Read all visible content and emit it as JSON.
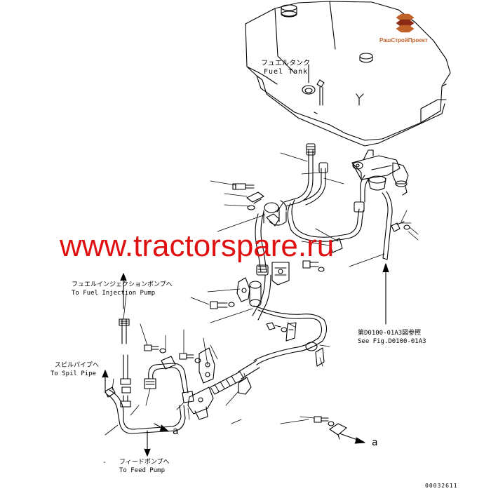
{
  "labels": {
    "fuel_tank_jp": "フュエルタンク",
    "fuel_tank_en": "Fuel Tank",
    "injection_pump_jp": "フュエルインジェクションポンプへ",
    "injection_pump_en": "To Fuel Injection Pump",
    "spill_pipe_jp": "スピルパイプへ",
    "spill_pipe_en": "To Spil Pipe",
    "feed_pump_jp": "フィードポンプへ",
    "feed_pump_en": "To Feed Pump",
    "see_fig_jp": "第D0100-01A3図参照",
    "see_fig_en": "See Fig.D0100-01A3",
    "marker_a1": "a",
    "marker_a2": "a",
    "dash": "-"
  },
  "watermark": "www.tractorspare.ru",
  "logo_text": "РашСтройПроект",
  "drawing_code": "00032611",
  "colors": {
    "line": "#000000",
    "watermark": "#e01010",
    "logo": "#c0612a"
  }
}
